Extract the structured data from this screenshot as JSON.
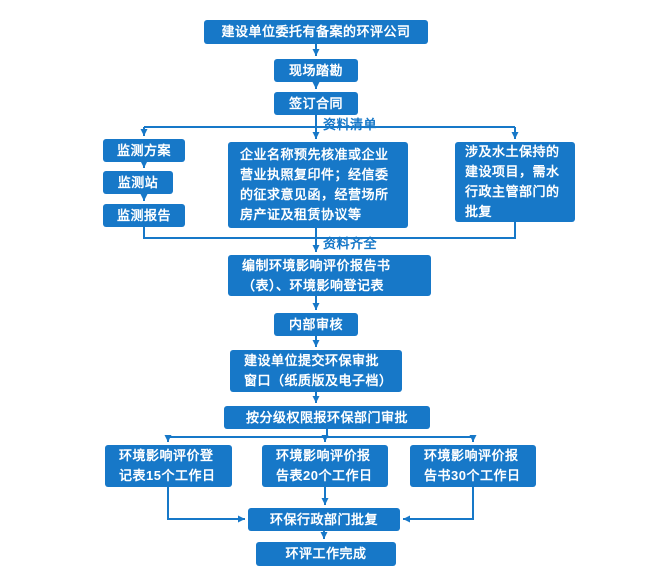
{
  "colors": {
    "box_fill": "#1778C8",
    "connector": "#1778C8",
    "label_text": "#1778C8",
    "box_text": "#FFFFFF",
    "background": "#FFFFFF"
  },
  "nodes": {
    "entrust": {
      "label": "建设单位委托有备案的环评公司"
    },
    "survey": {
      "label": "现场踏勘"
    },
    "contract": {
      "label": "签订合同"
    },
    "monitor_plan": {
      "label": "监测方案"
    },
    "monitor_station": {
      "label": "监测站"
    },
    "monitor_report": {
      "label": "监测报告"
    },
    "materials": {
      "label": "企业名称预先核准或企业\n营业执照复印件；经信委\n的征求意见函，经营场所\n房产证及租赁协议等"
    },
    "water": {
      "label": "涉及水土保持的\n建设项目，需水\n行政主管部门的\n批复"
    },
    "compile": {
      "label": "编制环境影响评价报告书\n（表）、环境影响登记表"
    },
    "internal": {
      "label": "内部审核"
    },
    "submit": {
      "label": "建设单位提交环保审批\n窗口（纸质版及电子档）"
    },
    "approval": {
      "label": "按分级权限报环保部门审批"
    },
    "reg15": {
      "label": "环境影响评价登\n记表15个工作日"
    },
    "rep20": {
      "label": "环境影响评价报\n告表20个工作日"
    },
    "rep30": {
      "label": "环境影响评价报\n告书30个工作日"
    },
    "reply": {
      "label": "环保行政部门批复"
    },
    "done": {
      "label": "环评工作完成"
    }
  },
  "labels": {
    "materials_list": "资料清单",
    "materials_complete": "资料齐全"
  }
}
